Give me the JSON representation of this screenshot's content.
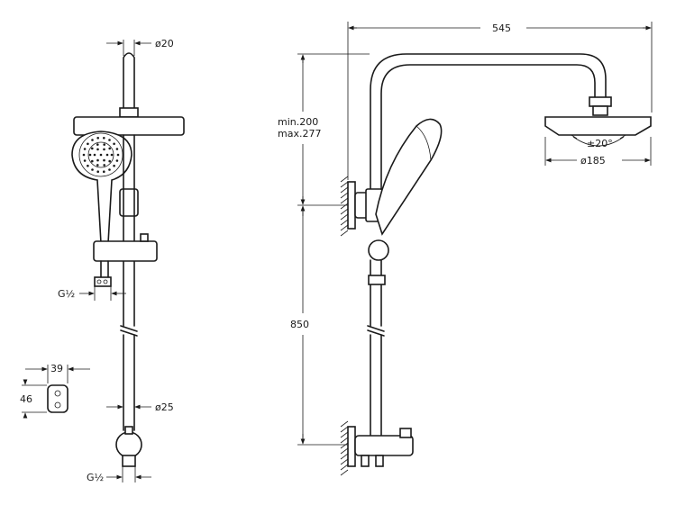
{
  "dimensions": {
    "pipe_top_diameter": "ø20",
    "thread_upper": "G½",
    "bracket_width": "39",
    "bracket_height": "46",
    "pipe_bottom_diameter": "ø25",
    "thread_lower": "G½",
    "arm_reach": "545",
    "height_range_min": "min.200",
    "height_range_max": "max.277",
    "head_tilt": "±20°",
    "head_diameter": "ø185",
    "column_height": "850"
  }
}
